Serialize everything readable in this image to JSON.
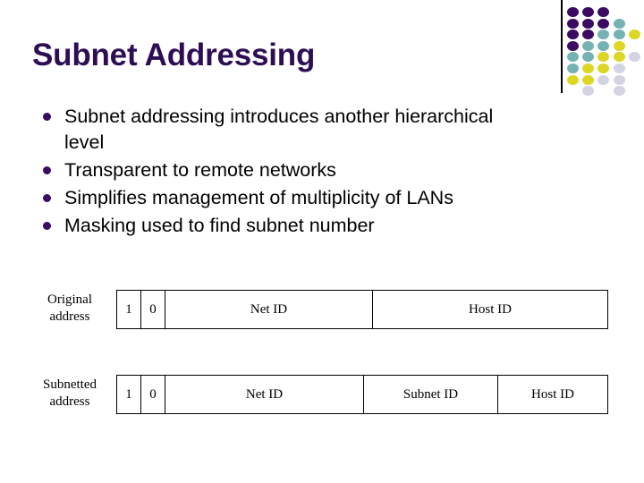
{
  "slide": {
    "title": "Subnet Addressing",
    "bullets": [
      {
        "text": "Subnet addressing introduces another hierarchical\nlevel",
        "marker": "disc-bullet"
      },
      {
        "text": "Transparent to remote networks",
        "marker": "disc-bullet"
      },
      {
        "text": "Simplifies management of multiplicity of LANs",
        "marker": "disc-bullet"
      },
      {
        "text": "Masking used to find subnet number",
        "marker": "disc-bullet"
      }
    ]
  },
  "diagrams": [
    {
      "id": "original",
      "label_line1": "Original",
      "label_line2": "address",
      "cells": [
        {
          "text": "1"
        },
        {
          "text": "0"
        },
        {
          "text": "Net ID"
        },
        {
          "text": "Host ID"
        }
      ]
    },
    {
      "id": "subnetted",
      "label_line1": "Subnetted",
      "label_line2": "address",
      "cells": [
        {
          "text": "1"
        },
        {
          "text": "0"
        },
        {
          "text": "Net ID"
        },
        {
          "text": "Subnet ID"
        },
        {
          "text": "Host ID"
        }
      ]
    }
  ],
  "decoration": {
    "name": "dot-grid-decoration",
    "colors": {
      "dark_purple": "#3b0a62",
      "teal": "#74b2b4",
      "yellow": "#dcd624",
      "light_lavender": "#d5d2e4",
      "rule": "#000000",
      "title_purple": "#2d0e54"
    },
    "dots": [
      {
        "col": 0,
        "row": 0,
        "color": "#3b0a62"
      },
      {
        "col": 1,
        "row": 0,
        "color": "#3b0a62"
      },
      {
        "col": 2,
        "row": 0,
        "color": "#3b0a62"
      },
      {
        "col": 0,
        "row": 1,
        "color": "#3b0a62"
      },
      {
        "col": 1,
        "row": 1,
        "color": "#3b0a62"
      },
      {
        "col": 2,
        "row": 1,
        "color": "#3b0a62"
      },
      {
        "col": 3,
        "row": 1,
        "color": "#74b2b4"
      },
      {
        "col": 0,
        "row": 2,
        "color": "#3b0a62"
      },
      {
        "col": 1,
        "row": 2,
        "color": "#3b0a62"
      },
      {
        "col": 2,
        "row": 2,
        "color": "#74b2b4"
      },
      {
        "col": 3,
        "row": 2,
        "color": "#74b2b4"
      },
      {
        "col": 4,
        "row": 2,
        "color": "#dcd624"
      },
      {
        "col": 0,
        "row": 3,
        "color": "#3b0a62"
      },
      {
        "col": 1,
        "row": 3,
        "color": "#74b2b4"
      },
      {
        "col": 2,
        "row": 3,
        "color": "#74b2b4"
      },
      {
        "col": 3,
        "row": 3,
        "color": "#dcd624"
      },
      {
        "col": 0,
        "row": 4,
        "color": "#74b2b4"
      },
      {
        "col": 1,
        "row": 4,
        "color": "#74b2b4"
      },
      {
        "col": 2,
        "row": 4,
        "color": "#dcd624"
      },
      {
        "col": 3,
        "row": 4,
        "color": "#dcd624"
      },
      {
        "col": 4,
        "row": 4,
        "color": "#d5d2e4"
      },
      {
        "col": 0,
        "row": 5,
        "color": "#74b2b4"
      },
      {
        "col": 1,
        "row": 5,
        "color": "#dcd624"
      },
      {
        "col": 2,
        "row": 5,
        "color": "#dcd624"
      },
      {
        "col": 3,
        "row": 5,
        "color": "#d5d2e4"
      },
      {
        "col": 0,
        "row": 6,
        "color": "#dcd624"
      },
      {
        "col": 1,
        "row": 6,
        "color": "#dcd624"
      },
      {
        "col": 2,
        "row": 6,
        "color": "#d5d2e4"
      },
      {
        "col": 3,
        "row": 6,
        "color": "#d5d2e4"
      },
      {
        "col": 1,
        "row": 7,
        "color": "#d5d2e4"
      },
      {
        "col": 3,
        "row": 7,
        "color": "#d5d2e4"
      }
    ]
  }
}
